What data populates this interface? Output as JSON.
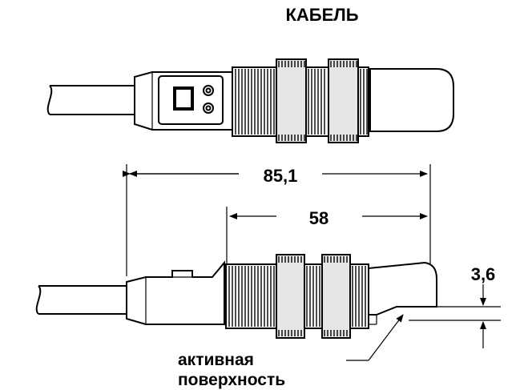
{
  "title": "КАБЕЛЬ",
  "dimensions": {
    "total_length": "85,1",
    "thread_length": "58",
    "offset": "3,6"
  },
  "annotation": {
    "line1": "активная",
    "line2": "поверхность"
  }
}
